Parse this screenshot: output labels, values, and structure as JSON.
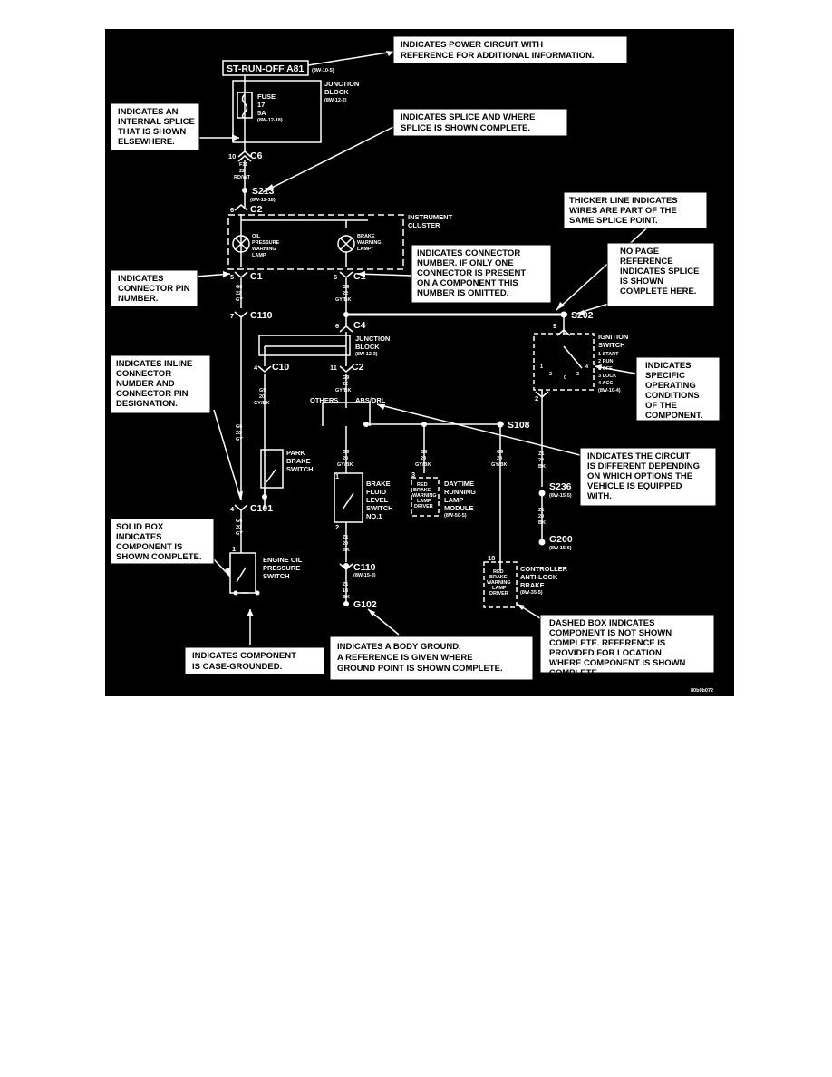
{
  "power_circuit": {
    "label": "ST-RUN-OFF A81",
    "ref": "(8W-10-5)"
  },
  "junction_block_top": {
    "title1": "JUNCTION",
    "title2": "BLOCK",
    "ref": "(8W-12-2)"
  },
  "fuse": {
    "l1": "FUSE",
    "l2": "17",
    "l3": "5A",
    "ref": "(8W-12-18)"
  },
  "c6": {
    "pin": "10",
    "name": "C6",
    "wire1": "F11",
    "wire2": "22",
    "wire3": "RD/WT"
  },
  "s213": {
    "name": "S213",
    "ref": "(8W-12-18)"
  },
  "cluster": {
    "pin_in": "6",
    "conn_in": "C2",
    "title1": "INSTRUMENT",
    "title2": "CLUSTER",
    "oil_lamp": [
      "OIL",
      "PRESSURE",
      "WARNING",
      "LAMP"
    ],
    "brake_lamp": [
      "BRAKE",
      "WARNING",
      "LAMP*"
    ],
    "pin_left": "5",
    "conn_left": "C1",
    "pin_right": "6",
    "conn_right": "C1"
  },
  "left_wire": {
    "w1": "G6",
    "w2": "22",
    "w3": "GY",
    "pin_c110": "7",
    "c110": "C110",
    "w4": "G6",
    "w5": "20",
    "w6": "GY",
    "pin_c101": "4",
    "c101": "C101",
    "w7": "G6",
    "w8": "20",
    "w9": "GY"
  },
  "center_wire": {
    "w1": "G9",
    "w2": "22",
    "w3": "GY/BK",
    "pin_c4": "6",
    "c4": "C4"
  },
  "junction_block_mid": {
    "title1": "JUNCTION",
    "title2": "BLOCK",
    "ref": "(8W-12-3)",
    "pin_c10": "4",
    "c10": "C10",
    "pin_c2": "11",
    "c2": "C2",
    "w1": "G9",
    "w2": "22",
    "w3": "GY/BK",
    "others": "OTHERS",
    "absdrl": "ABS/DRL"
  },
  "park_brake": {
    "w1": "G9",
    "w2": "20",
    "w3": "GY/BK",
    "l1": "PARK",
    "l2": "BRAKE",
    "l3": "SWITCH"
  },
  "s108": {
    "name": "S108"
  },
  "brake_fluid": {
    "w1": "G9",
    "w2": "20",
    "w3": "GY/BK",
    "pin_top": "1",
    "label": [
      "BRAKE",
      "FLUID",
      "LEVEL",
      "SWITCH",
      "NO.1"
    ],
    "pin_bot": "2",
    "w4": "Z1",
    "w5": "20",
    "w6": "BK",
    "c110": "C110",
    "c110_ref": "(8W-15-3)",
    "w7": "Z1",
    "w8": "14",
    "w9": "BK",
    "g102": "G102"
  },
  "drl": {
    "w1": "G9",
    "w2": "20",
    "w3": "GY/BK",
    "pin": "3",
    "box": [
      "RED",
      "BRAKE",
      "WARNING",
      "LAMP",
      "DRIVER"
    ],
    "label": [
      "DAYTIME",
      "RUNNING",
      "LAMP",
      "MODULE"
    ],
    "ref": "(8W-50-5)"
  },
  "abs": {
    "w1": "G9",
    "w2": "20",
    "w3": "GY/BK",
    "pin": "18",
    "box": [
      "RED",
      "BRAKE",
      "WARNING",
      "LAMP",
      "DRIVER"
    ],
    "label": [
      "CONTROLLER",
      "ANTI-LOCK",
      "BRAKE"
    ],
    "ref": "(8W-35-5)"
  },
  "ignition": {
    "s202": "S202",
    "pin_top": "9",
    "title": [
      "IGNITION",
      "SWITCH"
    ],
    "positions": [
      "1 START",
      "2 RUN",
      "0 OFF",
      "3 LOCK",
      "4 ACC"
    ],
    "ref": "(8W-10-4)",
    "nums": [
      "1",
      "2",
      "0",
      "3",
      "4"
    ],
    "pin_bot": "2",
    "w1": "Z1",
    "w2": "22",
    "w3": "BK",
    "s236": "S236",
    "s236_ref": "(8W-15-5)",
    "w4": "Z1",
    "w5": "20",
    "w6": "BK",
    "g200": "G200",
    "g200_ref": "(8W-15-6)"
  },
  "oil_switch": {
    "pin": "1",
    "label": [
      "ENGINE OIL",
      "PRESSURE",
      "SWITCH"
    ]
  },
  "notes": {
    "power": [
      "INDICATES POWER CIRCUIT WITH",
      "REFERENCE FOR ADDITIONAL INFORMATION."
    ],
    "internal_splice": [
      "INDICATES AN",
      "INTERNAL SPLICE",
      "THAT IS SHOWN",
      "ELSEWHERE."
    ],
    "splice": [
      "INDICATES SPLICE AND WHERE",
      "SPLICE IS SHOWN COMPLETE."
    ],
    "thicker": [
      "THICKER LINE INDICATES",
      "WIRES ARE PART OF THE",
      "SAME SPLICE POINT."
    ],
    "connector_number": [
      "INDICATES CONNECTOR",
      "NUMBER.  IF ONLY ONE",
      "CONNECTOR IS PRESENT",
      "ON A COMPONENT THIS",
      "NUMBER IS OMITTED."
    ],
    "no_page": [
      "NO PAGE",
      "REFERENCE",
      "INDICATES SPLICE",
      "IS SHOWN",
      "COMPLETE HERE."
    ],
    "pin_number": [
      "INDICATES",
      "CONNECTOR PIN",
      "NUMBER."
    ],
    "inline": [
      "INDICATES INLINE",
      "CONNECTOR",
      "NUMBER AND",
      "CONNECTOR PIN",
      "DESIGNATION."
    ],
    "operating": [
      "INDICATES",
      "SPECIFIC",
      "OPERATING",
      "CONDITIONS",
      "OF THE",
      "COMPONENT."
    ],
    "circuit_diff": [
      "INDICATES THE CIRCUIT",
      "IS DIFFERENT DEPENDING",
      "ON WHICH OPTIONS THE",
      "VEHICLE IS EQUIPPED",
      "WITH."
    ],
    "solid_box": [
      "SOLID BOX",
      "INDICATES",
      "COMPONENT IS",
      "SHOWN COMPLETE."
    ],
    "dashed_box": [
      "DASHED BOX INDICATES",
      "COMPONENT IS NOT SHOWN",
      "COMPLETE.  REFERENCE IS",
      "PROVIDED FOR LOCATION",
      "WHERE COMPONENT IS SHOWN",
      "COMPLETE."
    ],
    "body_ground": [
      "INDICATES A BODY GROUND.",
      "A REFERENCE IS GIVEN WHERE",
      "GROUND POINT IS SHOWN COMPLETE."
    ],
    "case_ground": [
      "INDICATES COMPONENT",
      "IS CASE-GROUNDED."
    ]
  },
  "figure_id": "80b0b072"
}
